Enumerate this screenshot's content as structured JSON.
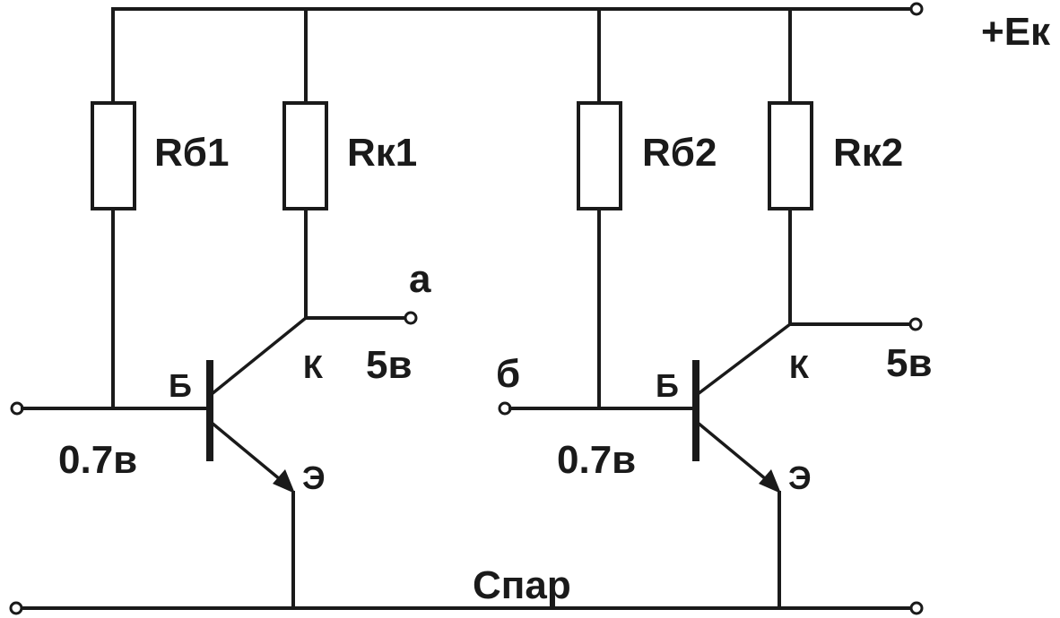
{
  "labels": {
    "supply": "+Eк",
    "r_b1": "Rб1",
    "r_k1": "Rк1",
    "r_b2": "Rб2",
    "r_k2": "Rк2",
    "node_a": "а",
    "node_b": "б",
    "v_out1": "5в",
    "v_out2": "5в",
    "v_in1": "0.7в",
    "v_in2": "0.7в",
    "base1": "Б",
    "base2": "Б",
    "collector1": "К",
    "collector2": "К",
    "emitter1": "Э",
    "emitter2": "Э",
    "c_par": "Спар"
  }
}
